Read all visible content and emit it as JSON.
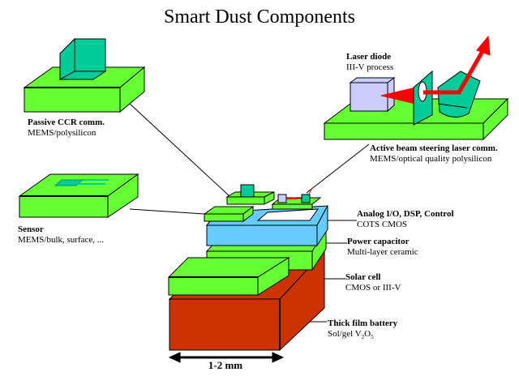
{
  "title": "Smart Dust Components",
  "colors": {
    "board_green": "#66ff33",
    "mirror_teal": "#00cc99",
    "chip_blue": "#66ccff",
    "battery_red": "#cc3300",
    "laser_box": "#ccccff",
    "beam_red": "#ff0000"
  },
  "components": [
    {
      "id": "passive-ccr",
      "name": "Passive CCR comm.",
      "detail": "MEMS/polysilicon"
    },
    {
      "id": "laser-diode",
      "name": "Laser diode",
      "detail": "III-V process"
    },
    {
      "id": "active-beam",
      "name": "Active beam steering laser comm.",
      "detail": "MEMS/optical quality polysilicon"
    },
    {
      "id": "sensor",
      "name": "Sensor",
      "detail": "MEMS/bulk, surface, ..."
    },
    {
      "id": "analog-io",
      "name": "Analog I/O, DSP, Control",
      "detail": "COTS CMOS"
    },
    {
      "id": "power-cap",
      "name": "Power capacitor",
      "detail": "Multi-layer ceramic"
    },
    {
      "id": "solar-cell",
      "name": "Solar cell",
      "detail": "CMOS or III-V"
    },
    {
      "id": "battery",
      "name": "Thick film battery",
      "detail_prefix": "Sol/gel V",
      "sub1": "2",
      "mid": "O",
      "sub2": "5"
    }
  ],
  "dimension": "1-2 mm"
}
